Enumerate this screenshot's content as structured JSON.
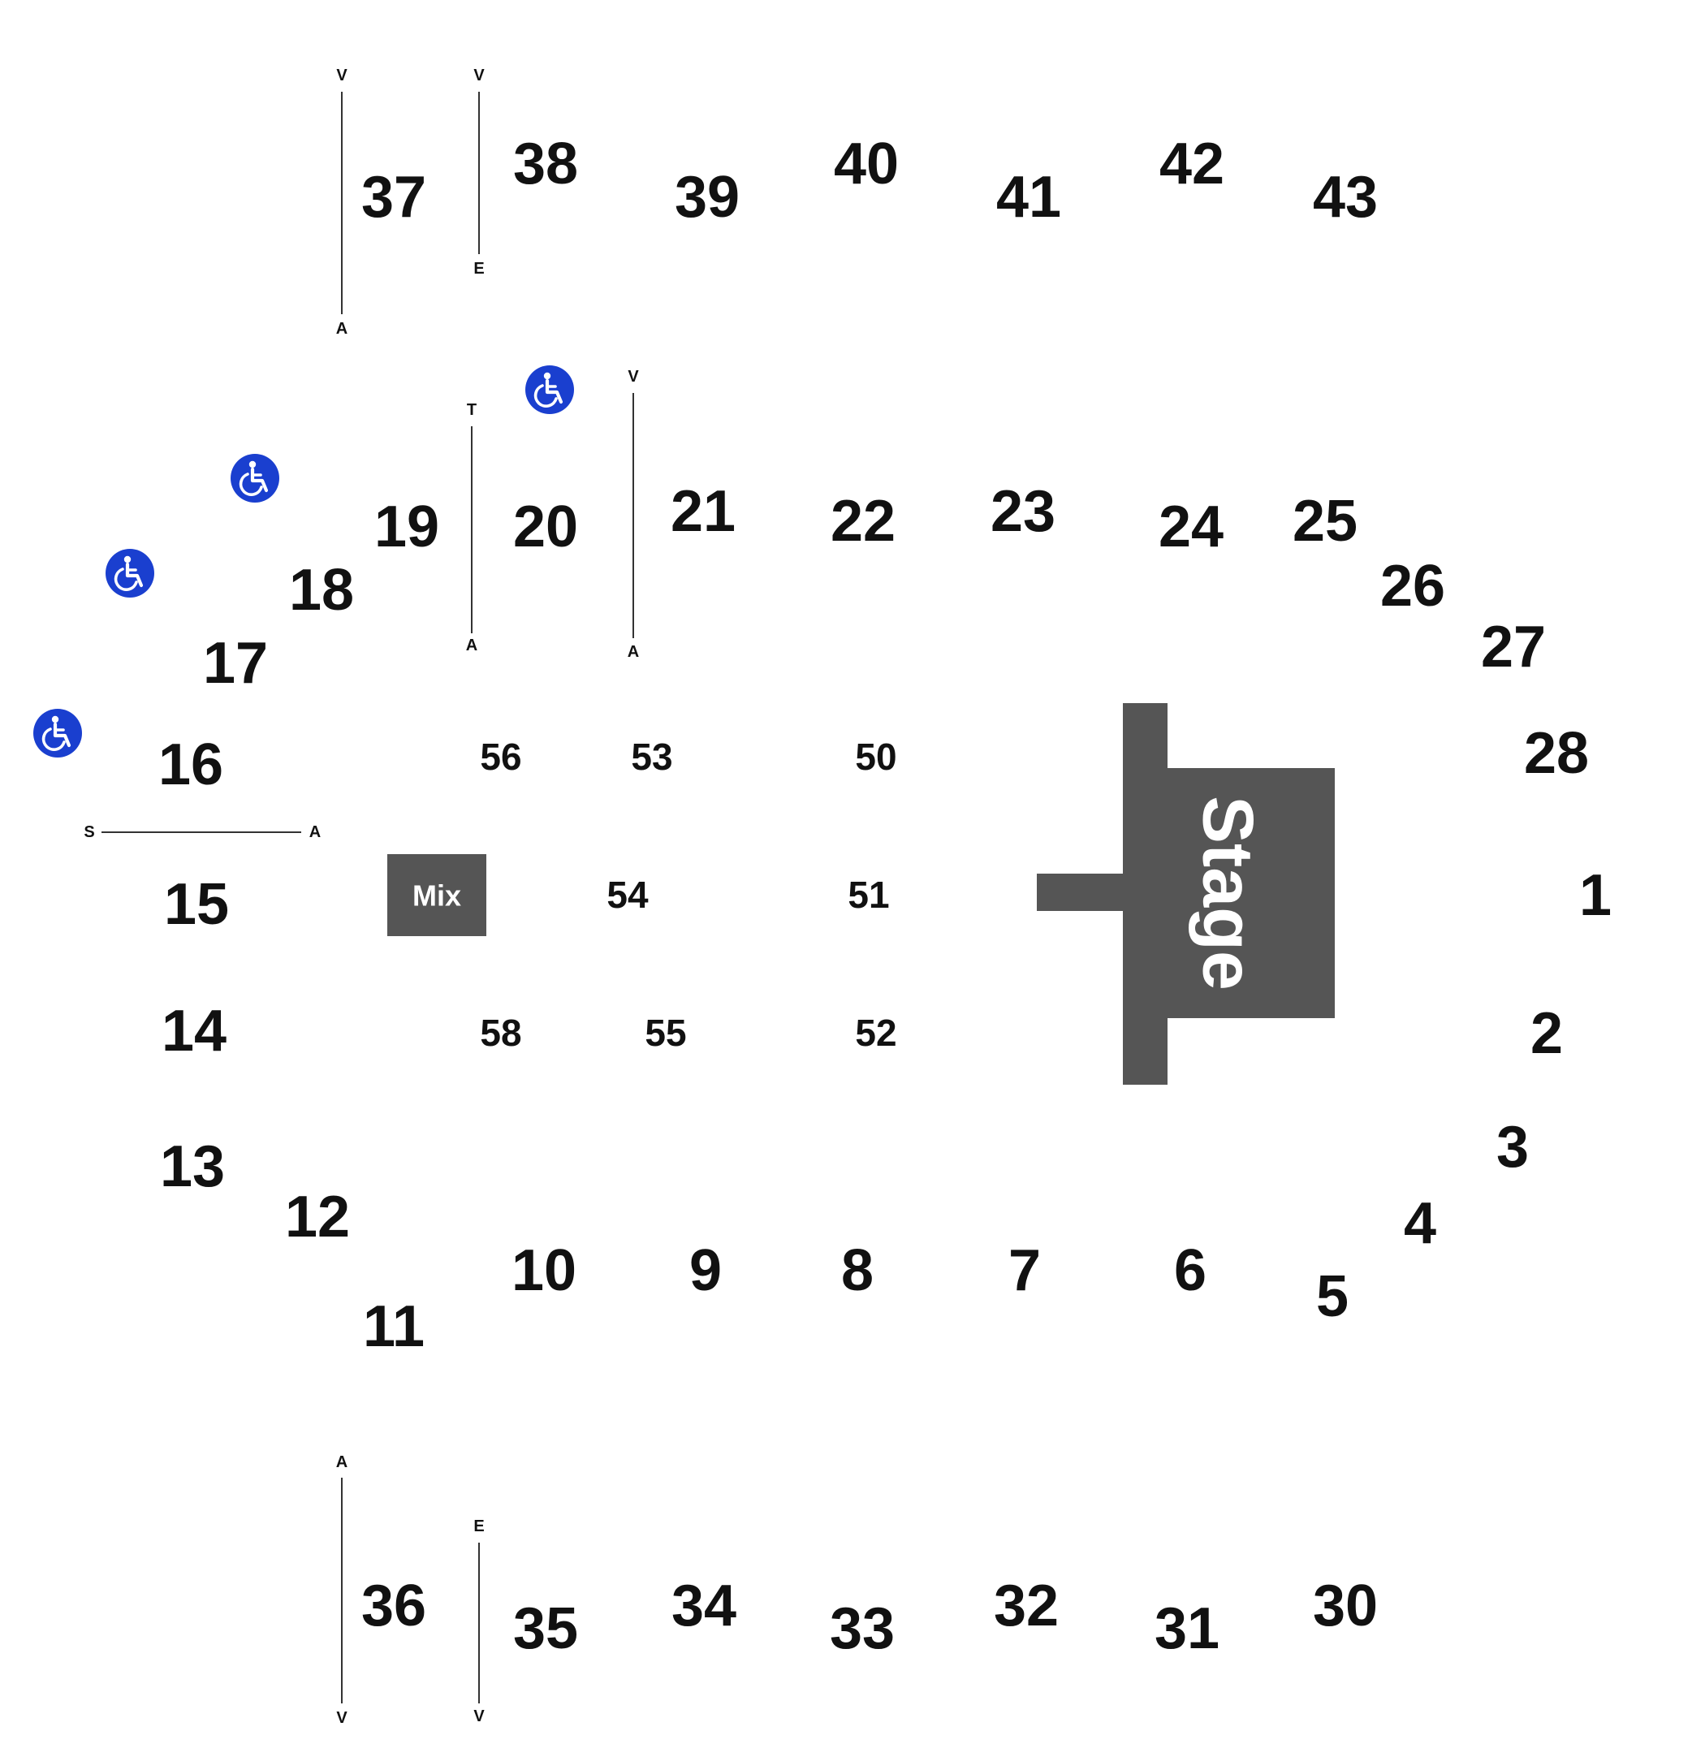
{
  "colors": {
    "stage": "#555555",
    "accessible": "#1a3fcf",
    "text": "#111111"
  },
  "stage": {
    "label": "Stage"
  },
  "mix": {
    "label": "Mix"
  },
  "sections": {
    "s1": "1",
    "s2": "2",
    "s3": "3",
    "s4": "4",
    "s5": "5",
    "s6": "6",
    "s7": "7",
    "s8": "8",
    "s9": "9",
    "s10": "10",
    "s11": "11",
    "s12": "12",
    "s13": "13",
    "s14": "14",
    "s15": "15",
    "s16": "16",
    "s17": "17",
    "s18": "18",
    "s19": "19",
    "s20": "20",
    "s21": "21",
    "s22": "22",
    "s23": "23",
    "s24": "24",
    "s25": "25",
    "s26": "26",
    "s27": "27",
    "s28": "28",
    "s30": "30",
    "s31": "31",
    "s32": "32",
    "s33": "33",
    "s34": "34",
    "s35": "35",
    "s36": "36",
    "s37": "37",
    "s38": "38",
    "s39": "39",
    "s40": "40",
    "s41": "41",
    "s42": "42",
    "s43": "43",
    "s50": "50",
    "s51": "51",
    "s52": "52",
    "s53": "53",
    "s54": "54",
    "s55": "55",
    "s56": "56",
    "s58": "58"
  },
  "row_markers": {
    "s37_top": "V",
    "s37_bottom": "A",
    "s38_top": "V",
    "s38_bottom": "E",
    "s20_top": "T",
    "s20_bottom": "A",
    "s21_top": "V",
    "s21_bottom": "A",
    "s16_left": "S",
    "s16_right": "A",
    "s36_top": "A",
    "s36_bottom": "V",
    "s35_top": "E",
    "s35_bottom": "V"
  },
  "icons": {
    "accessible": "wheelchair-icon"
  }
}
